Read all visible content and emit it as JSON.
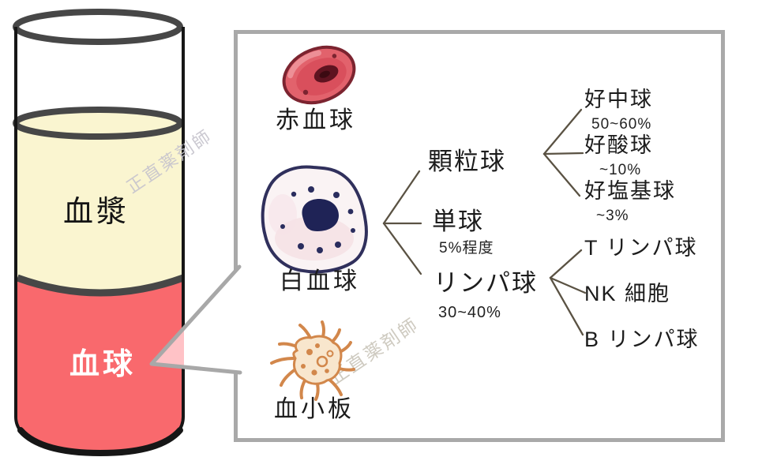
{
  "tube": {
    "plasma_label": "血漿",
    "cells_label": "血球",
    "plasma_color": "#faf5d0",
    "cells_color": "#f9696d"
  },
  "cells": {
    "rbc_label": "赤血球",
    "wbc_label": "白血球",
    "platelet_label": "血小板"
  },
  "wbc_branches": [
    {
      "label": "顆粒球",
      "note": ""
    },
    {
      "label": "単球",
      "note": "5%程度"
    },
    {
      "label": "リンパ球",
      "note": "30~40%"
    }
  ],
  "granulocyte_branches": [
    {
      "label": "好中球",
      "note": "50~60%"
    },
    {
      "label": "好酸球",
      "note": "~10%"
    },
    {
      "label": "好塩基球",
      "note": "~3%"
    }
  ],
  "lymphocyte_branches": [
    {
      "label": "T リンパ球"
    },
    {
      "label": "NK 細胞"
    },
    {
      "label": "B リンパ球"
    }
  ],
  "watermark": {
    "text": "正直薬剤師"
  },
  "colors": {
    "box_border": "#a9a9a9",
    "branch_line": "#5a5243",
    "tube_ring": "#474747",
    "callout_tint": "#ffc2c6",
    "watermark": "#c6c4cd"
  }
}
